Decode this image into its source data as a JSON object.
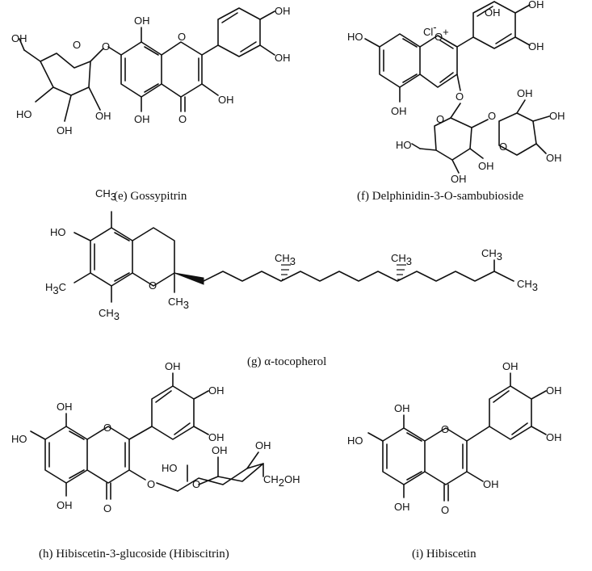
{
  "figure": {
    "panels": [
      {
        "id": "e",
        "letter": "e",
        "name": "Gossypitrin",
        "caption_open": "(",
        "caption_close": ") "
      },
      {
        "id": "f",
        "letter": "f",
        "name": "Delphinidin-3-O-sambubioside",
        "caption_open": "(",
        "caption_close": ") "
      },
      {
        "id": "g",
        "letter": "g",
        "greek": "α",
        "name": "-tocopherol",
        "caption_open": "(",
        "caption_close": ") "
      },
      {
        "id": "h",
        "letter": "h",
        "name": "Hibiscetin-3-glucoside (Hibiscitrin)",
        "caption_open": "(",
        "caption_close": ") "
      },
      {
        "id": "i",
        "letter": "i",
        "name": "Hibiscetin",
        "caption_open": "(",
        "caption_close": ") "
      }
    ],
    "atom_labels": {
      "oh": "OH",
      "ho": "HO",
      "o": "O",
      "cl": "Cl",
      "cl_charge": "-",
      "o_plus": "O",
      "plus": "+",
      "ch": "CH",
      "ch3_sub": "3",
      "h": "H",
      "h3c_c": "C",
      "ch2oh": "CH",
      "ch2_sub": "2",
      "oh_tail": "OH"
    }
  }
}
